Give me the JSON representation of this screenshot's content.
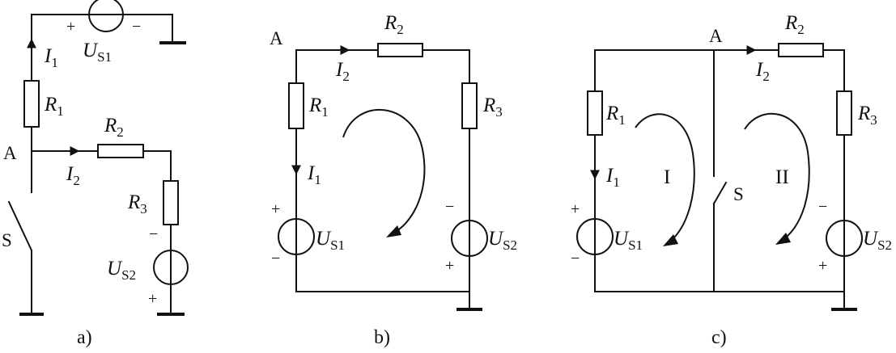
{
  "panels": [
    {
      "caption": "a)",
      "node": "A",
      "switch": "S",
      "resistors": [
        {
          "sym": "R",
          "sub": "1"
        },
        {
          "sym": "R",
          "sub": "2"
        },
        {
          "sym": "R",
          "sub": "3"
        }
      ],
      "sources": [
        {
          "sym": "U",
          "sub": "S1",
          "plus": "+",
          "minus": "−"
        },
        {
          "sym": "U",
          "sub": "S2",
          "plus": "+",
          "minus": "−"
        }
      ],
      "currents": [
        {
          "sym": "I",
          "sub": "1"
        },
        {
          "sym": "I",
          "sub": "2"
        }
      ]
    },
    {
      "caption": "b)",
      "node": "A",
      "resistors": [
        {
          "sym": "R",
          "sub": "1"
        },
        {
          "sym": "R",
          "sub": "2"
        },
        {
          "sym": "R",
          "sub": "3"
        }
      ],
      "sources": [
        {
          "sym": "U",
          "sub": "S1",
          "plus": "+",
          "minus": "−"
        },
        {
          "sym": "U",
          "sub": "S2",
          "plus": "+",
          "minus": "−"
        }
      ],
      "currents": [
        {
          "sym": "I",
          "sub": "1"
        },
        {
          "sym": "I",
          "sub": "2"
        }
      ]
    },
    {
      "caption": "c)",
      "node": "A",
      "switch": "S",
      "loops": [
        "I",
        "II"
      ],
      "resistors": [
        {
          "sym": "R",
          "sub": "1"
        },
        {
          "sym": "R",
          "sub": "2"
        },
        {
          "sym": "R",
          "sub": "3"
        }
      ],
      "sources": [
        {
          "sym": "U",
          "sub": "S1",
          "plus": "+",
          "minus": "−"
        },
        {
          "sym": "U",
          "sub": "S2",
          "plus": "+",
          "minus": "−"
        }
      ],
      "currents": [
        {
          "sym": "I",
          "sub": "1"
        },
        {
          "sym": "I",
          "sub": "2"
        }
      ]
    }
  ]
}
